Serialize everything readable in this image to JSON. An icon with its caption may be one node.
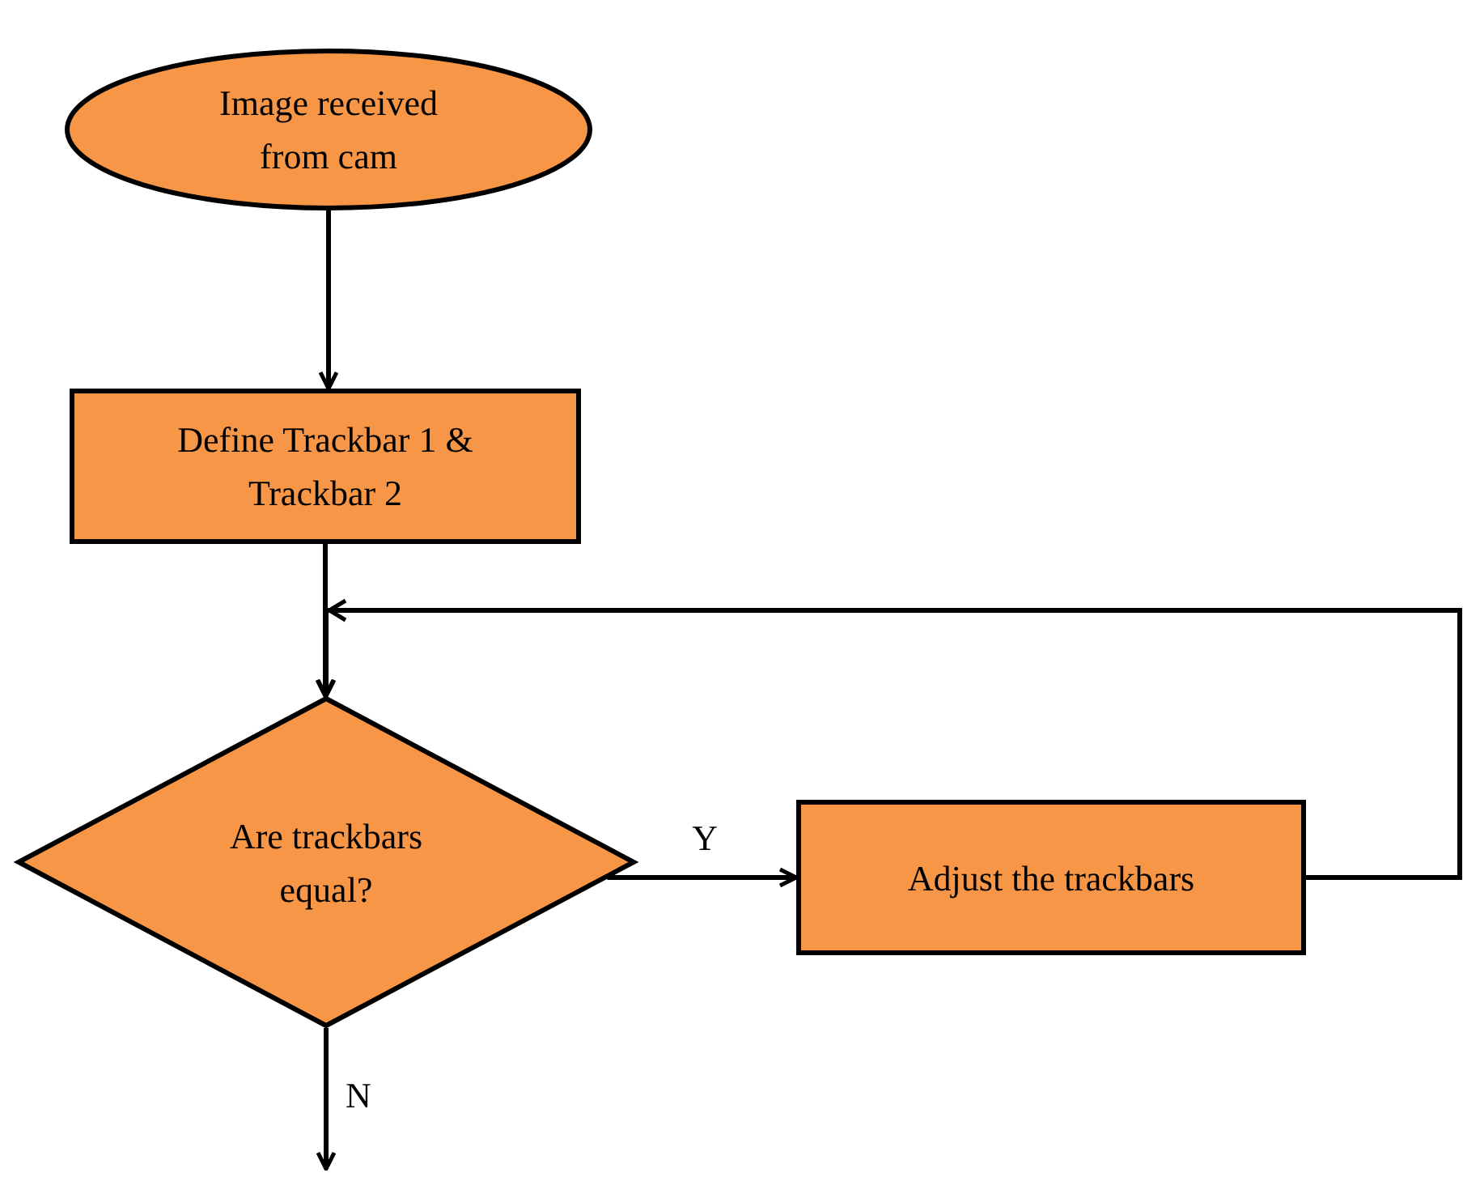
{
  "diagram": {
    "nodes": [
      {
        "text": [
          "Image received from cam"
        ]
      },
      {
        "text": [
          "Define Trackbar 1 & Trackbar 2"
        ]
      },
      {
        "text": [
          "Are trackbars equal?"
        ]
      },
      {
        "text": [
          "Adjust the trackbars"
        ]
      }
    ],
    "edges": [
      {
        "from": 0,
        "to": 1,
        "arrow": "to"
      },
      {
        "from": 1,
        "to": 2,
        "arrow": "to"
      },
      {
        "from": 2,
        "to": 3,
        "arrow": "to",
        "label": "Y"
      },
      {
        "from": 3,
        "to": 2,
        "arrow": "to"
      },
      {
        "from": 2,
        "to": null,
        "arrow": "to",
        "label": "N"
      }
    ]
  }
}
